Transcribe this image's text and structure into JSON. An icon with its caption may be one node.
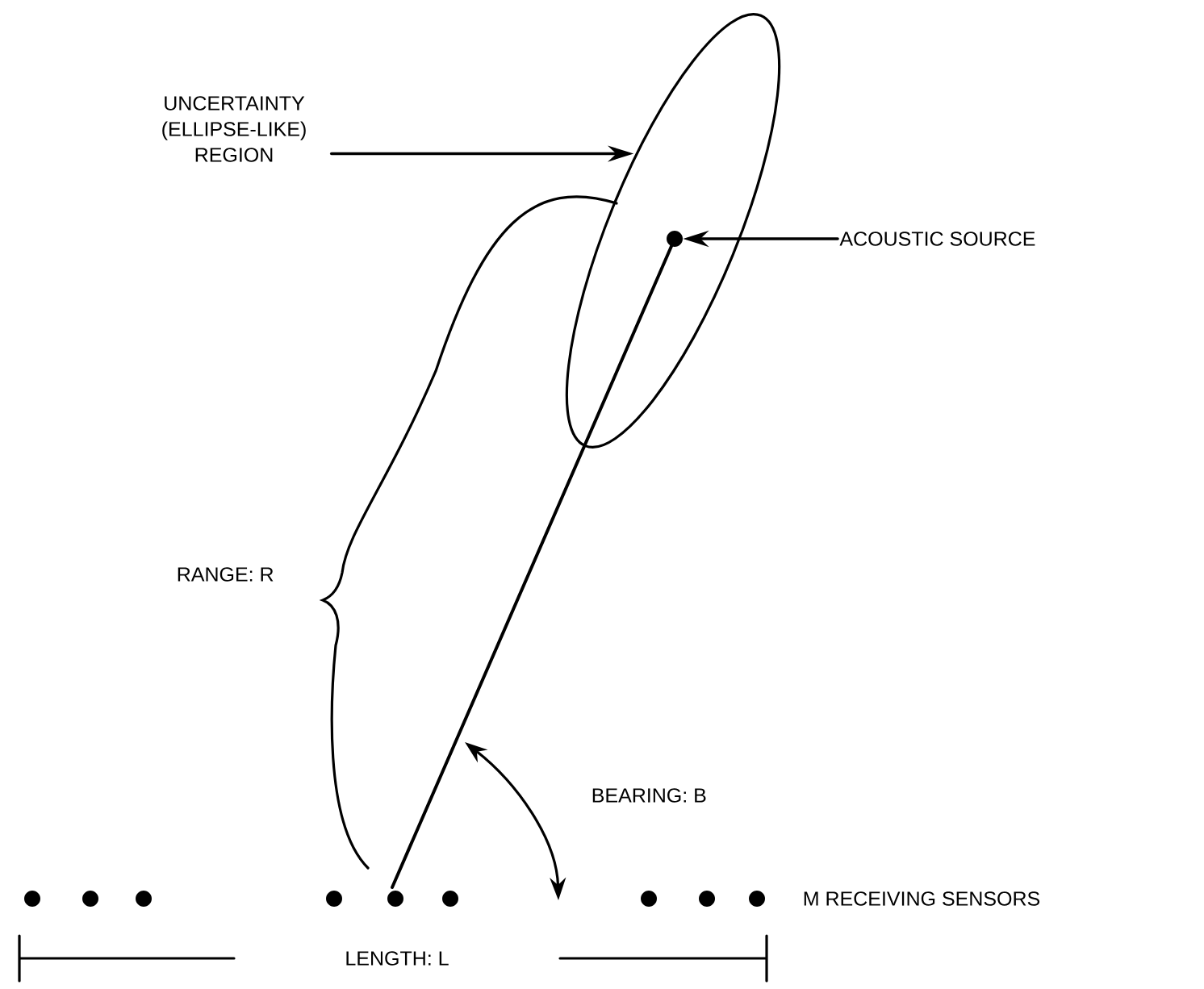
{
  "diagram": {
    "nodes": [
      {
        "text": [
          "UNCERTAINTY (ELLIPSE-LIKE) REGION"
        ]
      },
      {
        "text": [],
        "shape": "ellipse"
      },
      {
        "text": [
          "ACOUSTIC SOURCE"
        ]
      },
      {
        "text": [],
        "shape": "circle",
        "in": 1
      }
    ],
    "edges": [
      {
        "from": 0,
        "to": 1,
        "arrow": "to"
      },
      {
        "from": 2,
        "to": 3,
        "arrow": "to"
      }
    ],
    "labels": [
      "RANGE: R",
      "BEARING: B",
      "M RECEIVING SENSORS",
      "LENGTH: L"
    ]
  }
}
